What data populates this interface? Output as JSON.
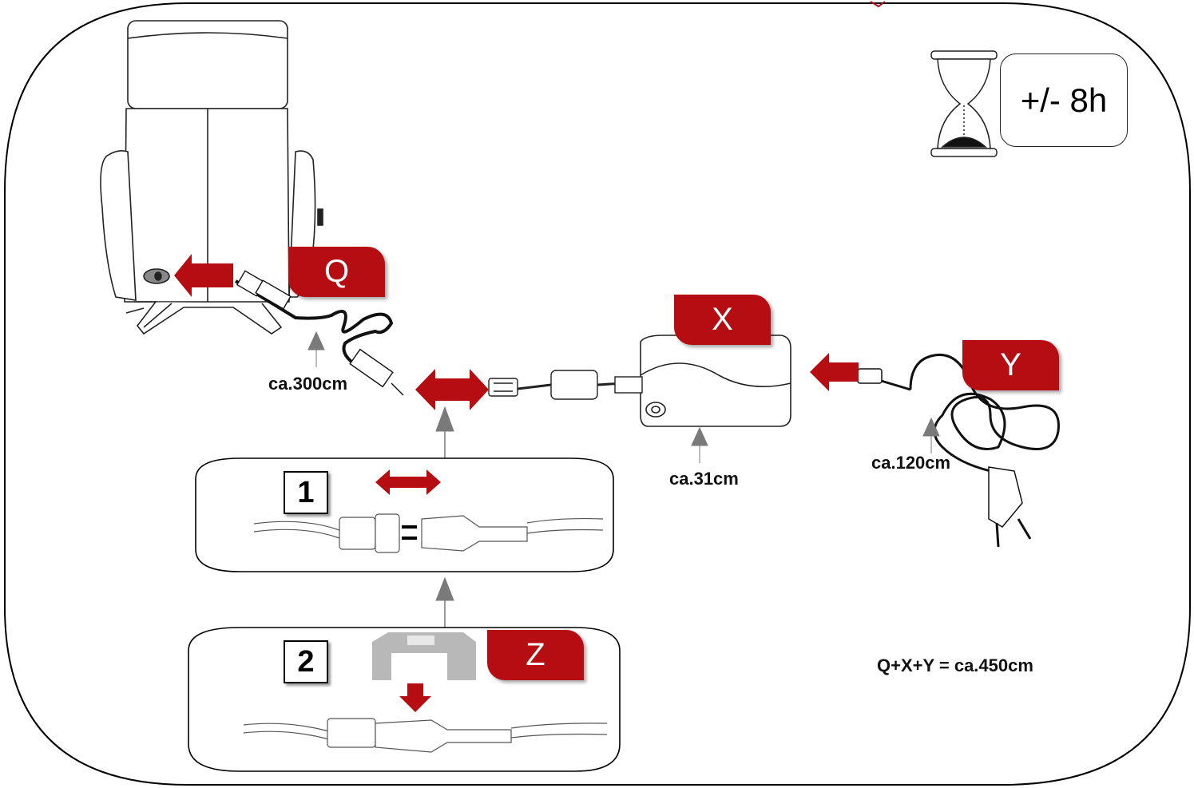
{
  "labels": {
    "q": "Q",
    "x": "X",
    "y": "Y",
    "z": "Z"
  },
  "steps": {
    "one": "1",
    "two": "2"
  },
  "lengths": {
    "q": "ca.300cm",
    "x": "ca.31cm",
    "y": "ca.120cm"
  },
  "duration": "+/- 8h",
  "total": "Q+X+Y = ca.450cm",
  "icons": [
    "recliner-chair-icon",
    "hourglass-icon",
    "power-plug-icon",
    "transformer-icon",
    "connector-cover-icon"
  ],
  "colors": {
    "accent_red": "#b50d12",
    "arrow_gray": "#7a7a7a",
    "cover_gray": "#b8b8b8"
  }
}
